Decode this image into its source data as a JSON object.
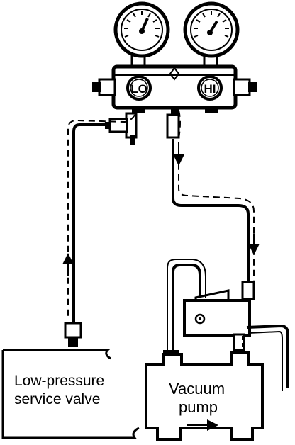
{
  "manifold": {
    "low_gauge_label": "LO",
    "high_gauge_label": "HI"
  },
  "labels": {
    "low_pressure_line1": "Low-pressure",
    "low_pressure_line2": "service valve",
    "vacuum_line1": "Vacuum",
    "vacuum_line2": "pump"
  }
}
